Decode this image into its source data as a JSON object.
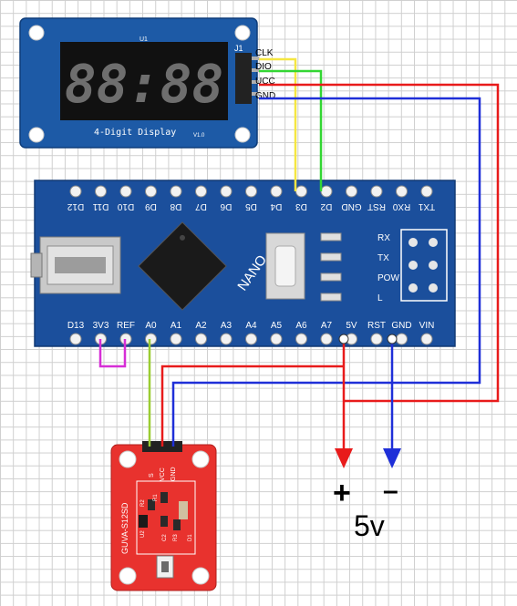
{
  "display_module": {
    "ref": "J1",
    "ic_ref": "U1",
    "caption": "4-Digit Display",
    "version": "V1.0",
    "pins": [
      "CLK",
      "DIO",
      "UCC",
      "GND"
    ],
    "digits": "88:88"
  },
  "nano": {
    "name": "NANO",
    "top_pins": [
      "D12",
      "D11",
      "D10",
      "D9",
      "D8",
      "D7",
      "D6",
      "D5",
      "D4",
      "D3",
      "D2",
      "GND",
      "RST",
      "RX0",
      "TX1"
    ],
    "bottom_pins": [
      "D13",
      "3V3",
      "REF",
      "A0",
      "A1",
      "A2",
      "A3",
      "A4",
      "A5",
      "A6",
      "A7",
      "5V",
      "RST",
      "GND",
      "VIN"
    ],
    "leds": [
      "RX",
      "TX",
      "POW",
      "L"
    ]
  },
  "sensor": {
    "name": "GUVA-S12SD",
    "pins": [
      "S",
      "VCC",
      "GND"
    ],
    "components": [
      "R2",
      "R1",
      "U2",
      "C2",
      "R3",
      "D1"
    ]
  },
  "power": {
    "plus": "+",
    "minus": "–",
    "label": "5v"
  },
  "colors": {
    "clk_wire": "#f5e642",
    "dio_wire": "#33d633",
    "vcc_wire": "#e81b1b",
    "gnd_wire": "#1f2fd8",
    "sensor_signal_wire": "#9acd32",
    "jumper_wire": "#d62ed6",
    "board_blue": "#1b4f9c",
    "sensor_red": "#e8322e"
  }
}
